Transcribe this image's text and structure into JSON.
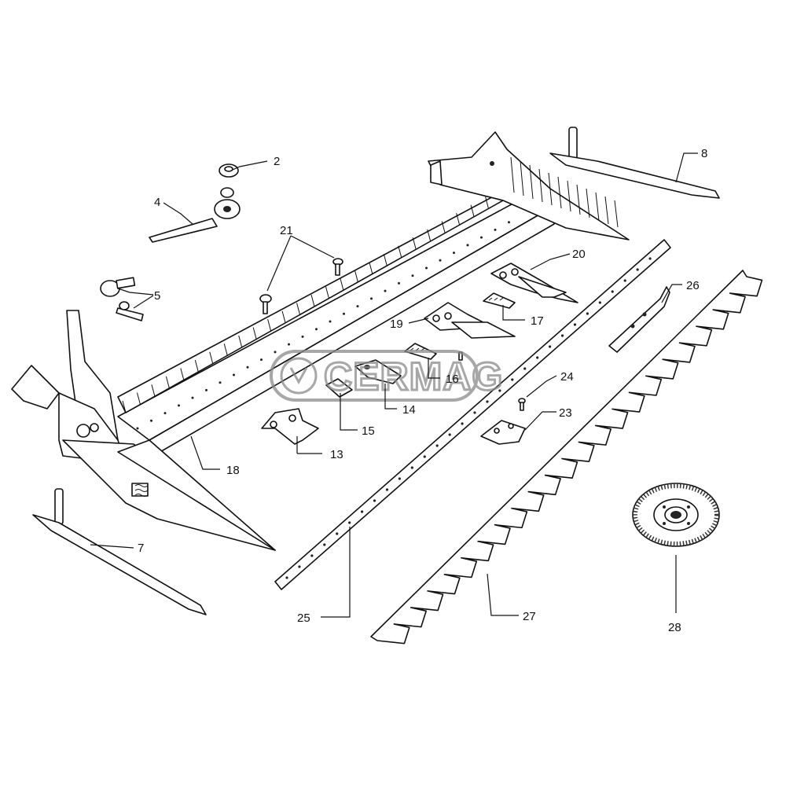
{
  "watermark": {
    "text": "CERMAG"
  },
  "callouts": [
    {
      "id": "c2",
      "text": "2"
    },
    {
      "id": "c4",
      "text": "4"
    },
    {
      "id": "c5",
      "text": "5"
    },
    {
      "id": "c7",
      "text": "7"
    },
    {
      "id": "c8",
      "text": "8"
    },
    {
      "id": "c13",
      "text": "13"
    },
    {
      "id": "c14",
      "text": "14"
    },
    {
      "id": "c15",
      "text": "15"
    },
    {
      "id": "c16",
      "text": "16"
    },
    {
      "id": "c17",
      "text": "17"
    },
    {
      "id": "c18",
      "text": "18"
    },
    {
      "id": "c19",
      "text": "19"
    },
    {
      "id": "c20",
      "text": "20"
    },
    {
      "id": "c21",
      "text": "21"
    },
    {
      "id": "c23",
      "text": "23"
    },
    {
      "id": "c24",
      "text": "24"
    },
    {
      "id": "c25",
      "text": "25"
    },
    {
      "id": "c26",
      "text": "26"
    },
    {
      "id": "c27",
      "text": "27"
    },
    {
      "id": "c28",
      "text": "28"
    }
  ]
}
